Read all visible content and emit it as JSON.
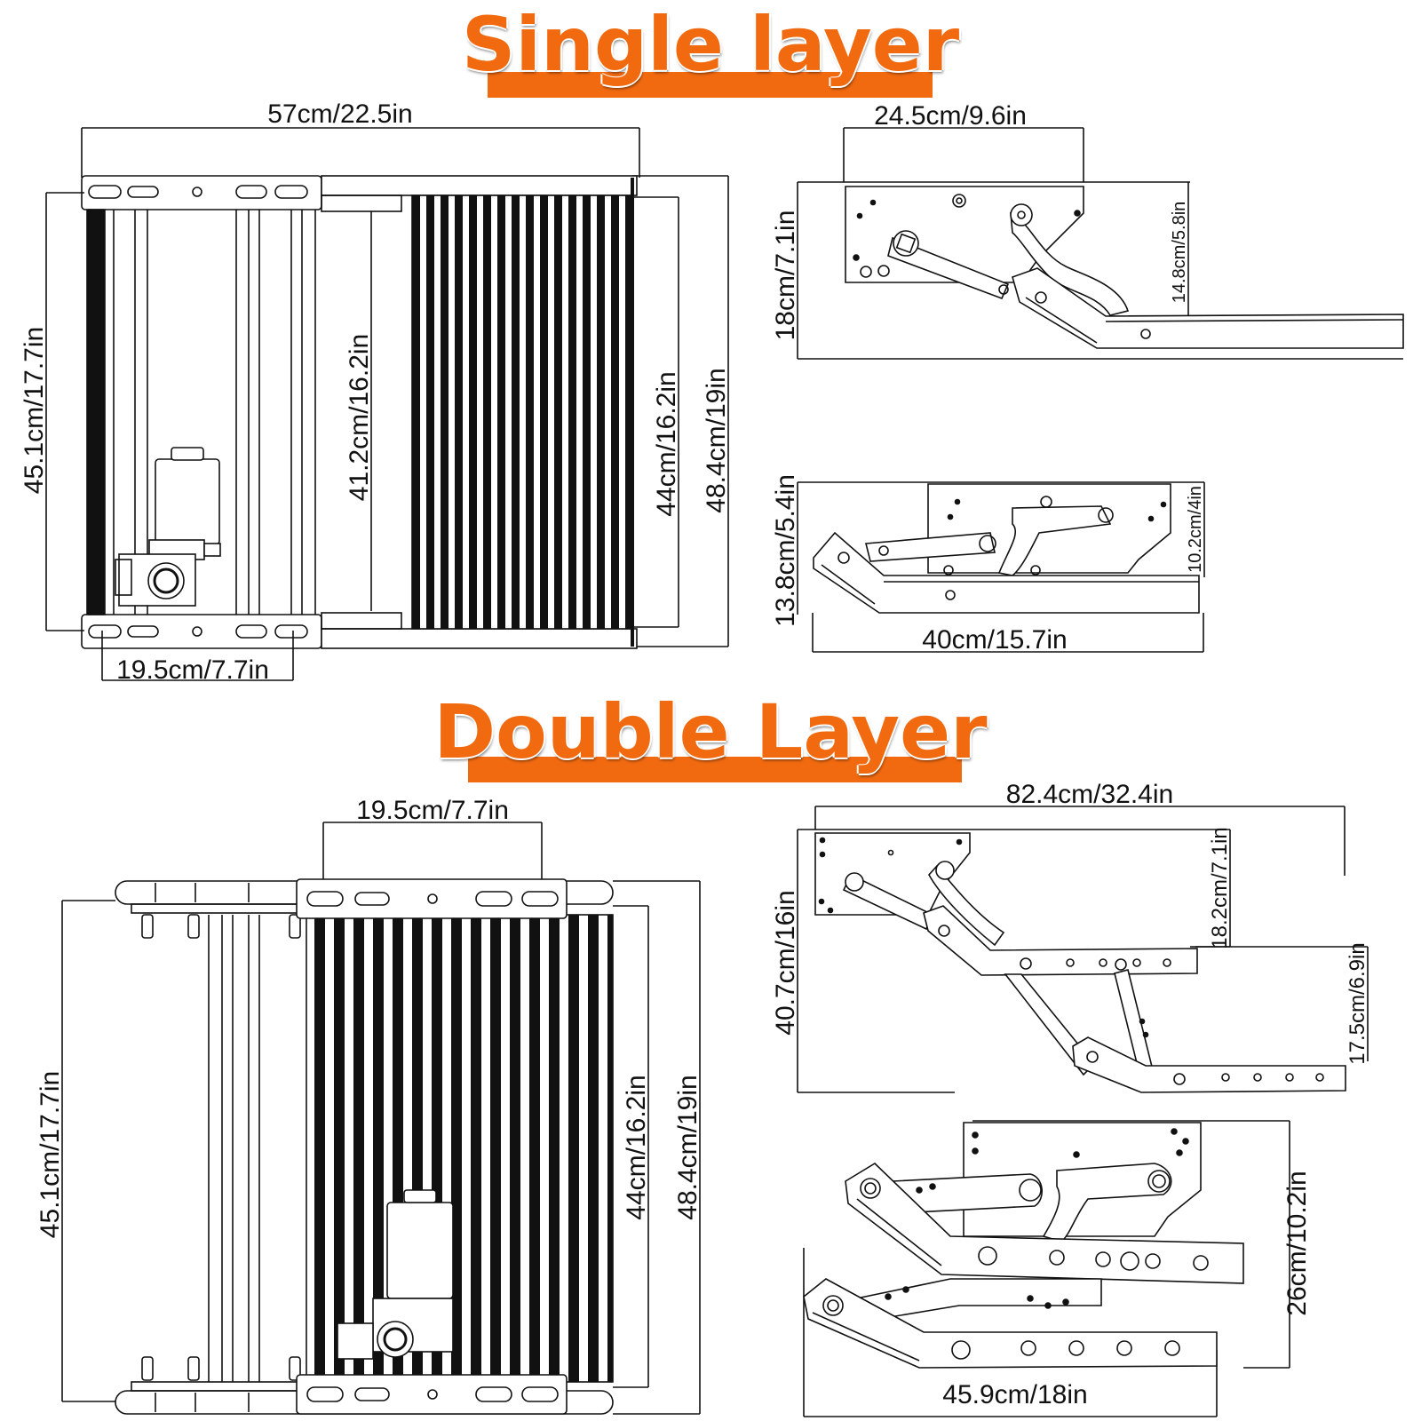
{
  "headings": {
    "single": "Single layer",
    "double": "Double Layer"
  },
  "colors": {
    "accent": "#f26a10",
    "line": "#111111"
  },
  "single": {
    "top": {
      "width": "57cm/22.5in",
      "bracket": "19.5cm/7.7in",
      "height_outer": "45.1cm/17.7in",
      "tread_depth": "41.2cm/16.2in",
      "step_depth": "44cm/16.2in",
      "overall_depth": "48.4cm/19in"
    },
    "side_extended": {
      "width": "24.5cm/9.6in",
      "height": "18cm/7.1in",
      "drop": "14.8cm/5.8in"
    },
    "side_retracted": {
      "height": "13.8cm/5.4in",
      "drop": "10.2cm/4in",
      "length": "40cm/15.7in"
    }
  },
  "double": {
    "top": {
      "bracket": "19.5cm/7.7in",
      "height_outer": "45.1cm/17.7in",
      "step_depth": "44cm/16.2in",
      "overall_depth": "48.4cm/19in"
    },
    "side_extended": {
      "length": "82.4cm/32.4in",
      "height": "40.7cm/16in",
      "upper_drop": "18.2cm/7.1in",
      "lower_drop": "17.5cm/6.9in"
    },
    "side_retracted": {
      "height": "26cm/10.2in",
      "length": "45.9cm/18in"
    }
  }
}
